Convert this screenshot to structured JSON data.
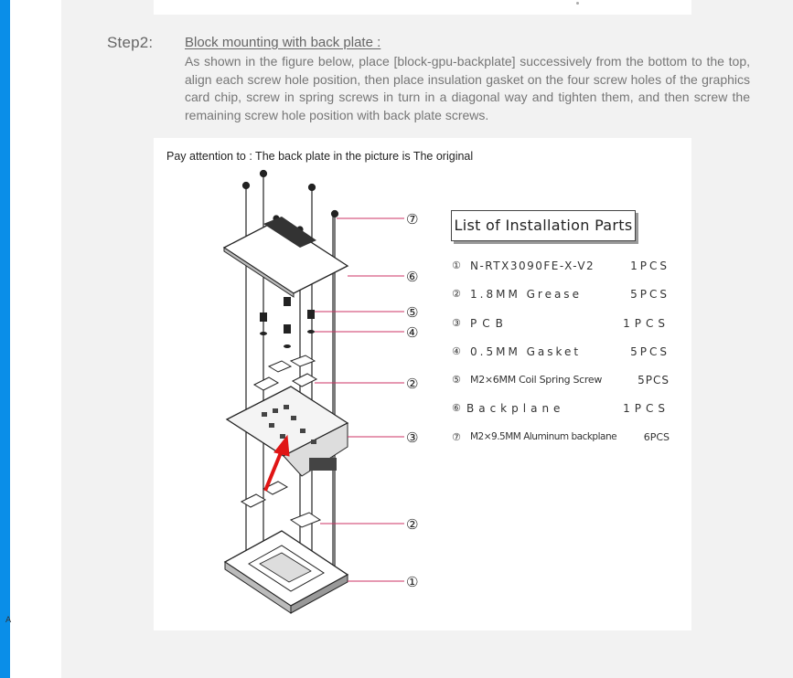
{
  "sidebar": {
    "mark": "A"
  },
  "step": {
    "label": "Step2:",
    "title": "Block mounting with back plate :",
    "description": "As shown in the figure below, place [block-gpu-backplate] successively from the bottom to the top, align each screw hole position, then place insulation gasket on the four screw holes of the graphics card chip, screw in spring screws in turn in a diagonal way and tighten them, and then screw the remaining screw hole position with back plate screws."
  },
  "figure": {
    "note": "Pay attention to : The back plate in the picture is The original",
    "callouts": [
      "⑦",
      "⑥",
      "⑤",
      "④",
      "②",
      "③",
      "②",
      "①"
    ],
    "parts_title": "List of Installation Parts",
    "parts": [
      {
        "num": "①",
        "name": "N-RTX3090FE-X-V2",
        "qty": "1PCS"
      },
      {
        "num": "②",
        "name": "1.8MM Grease",
        "qty": "5PCS"
      },
      {
        "num": "③",
        "name": "PCB",
        "qty": "1PCS"
      },
      {
        "num": "④",
        "name": "0.5MM Gasket",
        "qty": "5PCS"
      },
      {
        "num": "⑤",
        "name": "M2×6MM Coil Spring Screw",
        "qty": "5PCS"
      },
      {
        "num": "⑥",
        "name": "Backplane",
        "qty": "1PCS"
      },
      {
        "num": "⑦",
        "name": "M2×9.5MM Aluminum backplane",
        "qty": "6PCS"
      }
    ],
    "accent_color": "#cc3366",
    "arrow_color": "#e01515"
  }
}
